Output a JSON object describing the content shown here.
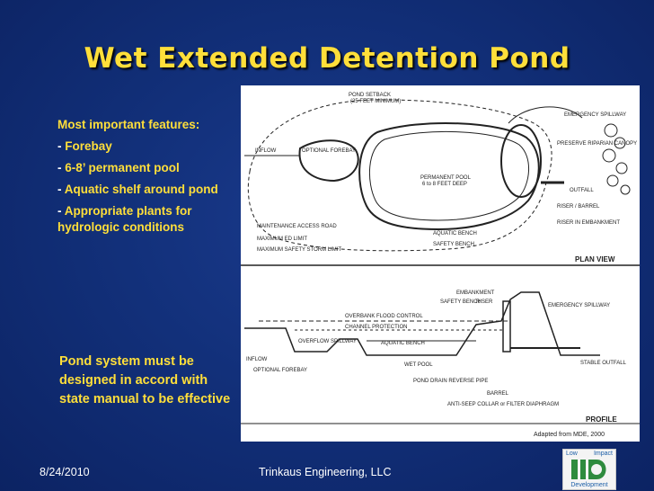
{
  "slide": {
    "title": "Wet Extended Detention Pond",
    "features": {
      "heading": "Most important features:",
      "items": [
        "Forebay",
        "6-8’ permanent pool",
        "Aquatic shelf around pond",
        "Appropriate plants for hydrologic conditions"
      ]
    },
    "note": "Pond system must be designed in accord with state manual to be effective",
    "footer": {
      "date": "8/24/2010",
      "company": "Trinkaus Engineering, LLC"
    },
    "logo": {
      "top_left": "Low",
      "top_right": "Impact",
      "letters": "LID",
      "bottom": "Development"
    }
  },
  "figure": {
    "plan_labels": {
      "setback": "POND SETBACK",
      "setback_sub": "(25 FEET MINIMUM)",
      "emergency_spillway": "EMERGENCY SPILLWAY",
      "riparian": "PRESERVE RIPARIAN CANOPY",
      "inflow": "INFLOW",
      "optional_forebay": "OPTIONAL FOREBAY",
      "permanent_pool": "PERMANENT POOL",
      "permanent_pool_sub": "6 to 8 FEET DEEP",
      "outfall": "OUTFALL",
      "riser_barrel": "RISER / BARREL",
      "riser_embankment": "RISER IN EMBANKMENT",
      "maintenance": "MAINTENANCE ACCESS ROAD",
      "max_ed": "MAXIMUM ED LIMIT",
      "max_safety": "MAXIMUM SAFETY STORM LIMIT",
      "aquatic_bench": "AQUATIC BENCH",
      "safety_bench": "SAFETY BENCH",
      "plan_view": "PLAN VIEW"
    },
    "profile_labels": {
      "embankment": "EMBANKMENT",
      "safety_bench": "SAFETY BENCH",
      "riser": "RISER",
      "emergency_spillway": "EMERGENCY SPILLWAY",
      "overbank": "OVERBANK FLOOD CONTROL",
      "channel": "CHANNEL PROTECTION",
      "overflow": "OVERFLOW SPILLWAY",
      "aquatic_bench": "AQUATIC BENCH",
      "inflow": "INFLOW",
      "optional_forebay": "OPTIONAL FOREBAY",
      "wet_pool": "WET POOL",
      "stable_outfall": "STABLE OUTFALL",
      "pond_drain": "POND DRAIN REVERSE PIPE",
      "barrel": "BARREL",
      "anti_seep": "ANTI-SEEP COLLAR or FILTER DIAPHRAGM",
      "profile": "PROFILE",
      "source": "Adapted from MDE, 2000"
    }
  }
}
